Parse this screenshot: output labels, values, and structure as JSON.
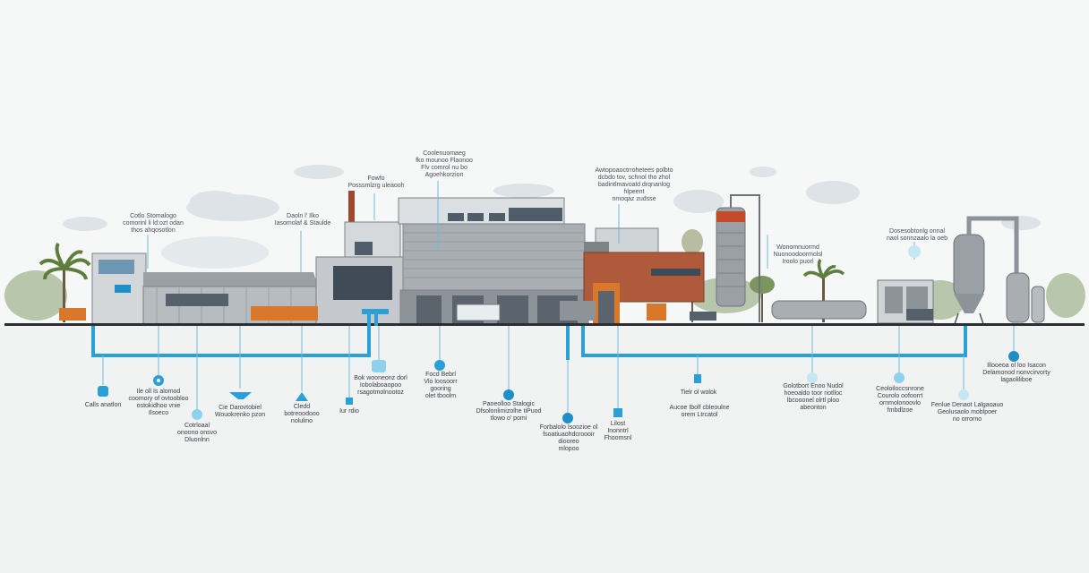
{
  "palette": {
    "sky": "#f6f7f7",
    "ground": "#f1f2f2",
    "ground_line": "#2b2f33",
    "pipe": "#2aa0d6",
    "accent_blue": "#1f8fc8",
    "building_gray": "#b9bec3",
    "building_dark": "#6e747a",
    "brick": "#b05a3c",
    "cloud": "#dde3e6",
    "tree": "#6f8a52",
    "vehicle_orange": "#d9772a"
  },
  "top_labels": [
    {
      "id": "t1",
      "text": "Cotlo Stomalogo\ncomorinl li ld:ozt odan\nthos ahqosotlon"
    },
    {
      "id": "t2",
      "text": "Daoln l' Ilko\nIasomolaf & Staulde"
    },
    {
      "id": "t3",
      "text": "Fowfo\nPosssmlzrg uleaooh"
    },
    {
      "id": "t4",
      "text": "Coolenuomaeg\nfko mounoo Flaonoo\nFlv comrol nu bo\nAgoehkorzion"
    },
    {
      "id": "t5",
      "text": "Awtopoaoctrrohetees polbto\ndcbdo tov, schnol tho zhol\nbadintlmavoald drqnanlog hlpeent\nnmoqaz zudsse"
    },
    {
      "id": "t6",
      "text": "Wonomnuormd\nNuonoodoormolsl\nIroolo puorl"
    },
    {
      "id": "t7",
      "text": "Dosesobtonlg onnal\nnaol sonnzaalo la oeb"
    }
  ],
  "bottom_labels": [
    {
      "id": "b1",
      "icon": "cup-icon",
      "text": "Calls anatlon"
    },
    {
      "id": "b2",
      "icon": "gear-icon",
      "text": "Ile oll Is alomod\ncoomory of ovtoobloo\nostokidhoo vnie\nIlsoeco"
    },
    {
      "id": "b3",
      "icon": "wrench-icon",
      "text": "Cotrloaal\nonoono onsvo\nDluonlnn"
    },
    {
      "id": "b4",
      "icon": "hopper-icon",
      "text": "Cie Darovtobiel\nWouokrenko pzon"
    },
    {
      "id": "b5",
      "icon": "cone-icon",
      "text": "Cledd\nbotreoodooo\nnolulino"
    },
    {
      "id": "b6",
      "icon": "valve-icon",
      "text": "Iur rdio"
    },
    {
      "id": "b7",
      "icon": "gauge-icon",
      "text": "Bok wooneonz dorl\nIobolaboaopoo\nrsagotmolnootoz"
    },
    {
      "id": "b8",
      "icon": "info-icon",
      "text": "Focd Bebrl\nVlo loosoorr gooring\nolet tboolm"
    },
    {
      "id": "b9",
      "icon": "info-icon",
      "text": "Paoeolloo Stalogic\nDfsolonlimizolhe tiPuod\ntlowo o' pomi"
    },
    {
      "id": "b10",
      "icon": "info-icon",
      "text": "Forbalolo Isoozioe ol\nfsoatiuaohdcroooir diooreo\nmlopoo"
    },
    {
      "id": "b11",
      "icon": "bucket-icon",
      "text": "Lilost\nInonntrl\nFhoomsnl"
    },
    {
      "id": "b12",
      "icon": "valve-icon",
      "text": "Tielr ol wolok"
    },
    {
      "id": "b13",
      "icon": "gauge-icon",
      "text": "Aucoe Ibolf cbleoulne\norem Ltrcatol"
    },
    {
      "id": "b14",
      "icon": "gauge-icon",
      "text": "Golotbort Enoo Nudol\nhoeoaldo toor riotlloc\nlbcooonel olrtl ploo\nabeonton"
    },
    {
      "id": "b15",
      "icon": "gauge-icon",
      "text": "Ceoloiloccsnrone\nCourolo oofoorrt\nornmolonoovlo\nfmbdlzoe"
    },
    {
      "id": "b16",
      "icon": "gauge-icon",
      "text": "Fenlue Denaot Lalgaoauo\nGeolusaolo moblpoer\nno orrorno"
    },
    {
      "id": "b17",
      "icon": "info-icon",
      "text": "Illooeoa ol loo Isacon\nDelamonod nonvcirvorty\nlagaoliliboe"
    }
  ]
}
